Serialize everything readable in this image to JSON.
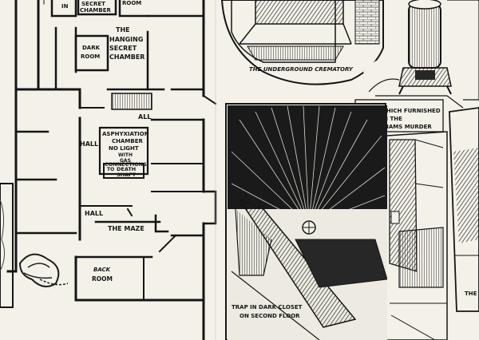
{
  "floorplan": {
    "labels": {
      "in": "IN",
      "secret_chamber_top": "SECRET",
      "secret_chamber_bottom": "CHAMBER",
      "room_top": "ROOM",
      "the_hanging": "THE",
      "hanging": "HANGING",
      "secret": "SECRET",
      "chamber": "CHAMBER",
      "dark": "DARK",
      "room": "ROOM",
      "hall_top": "ALL",
      "hall_left": "HALL",
      "asphyxiation": "ASPHYXIATION",
      "asph_chamber": "CHAMBER",
      "no_light": "NO LIGHT",
      "with": "WITH",
      "gas": "GAS",
      "connections": "CONNECTIONS",
      "to": "TO",
      "death": "DEATH",
      "shaft": "SHAFT",
      "hall_bottom": "HALL",
      "the_maze": "THE MAZE",
      "back": "BACK",
      "back_room": "ROOM"
    }
  },
  "captions": {
    "crematory": "THE UNDERGROUND CREMATORY",
    "stove_line1": "STOVE WHICH FURNISHED",
    "stove_line2": "CLEWS IN THE",
    "stove_line3": "WILLIAMS MURDER",
    "trap_line1": "TRAP IN DARK CLOSET",
    "trap_line2": "ON SECOND FLOOR",
    "the_partial": "THE"
  },
  "colors": {
    "paper": "#eeece4",
    "ink": "#1a1a1a",
    "dark_fill": "#2b2b2b"
  }
}
